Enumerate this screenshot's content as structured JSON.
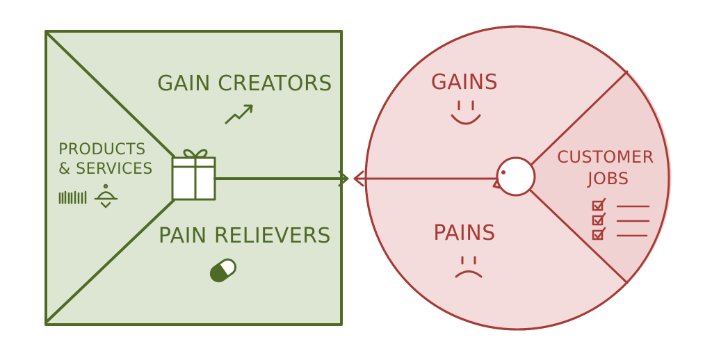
{
  "value_map": {
    "gain_creators": "GAIN CREATORS",
    "products_services": [
      "PRODUCTS",
      "& SERVICES"
    ],
    "pain_relievers": "PAIN RELIEVERS"
  },
  "customer_profile": {
    "gains": "GAINS",
    "customer_jobs": [
      "CUSTOMER",
      "JOBS"
    ],
    "pains": "PAINS"
  },
  "colors": {
    "green_stroke": "#4f6a25",
    "green_fill": "#dde6d3",
    "red_stroke": "#a83a34",
    "red_fill": "#f3dcdb",
    "red_fill_jobs": "#efd2d1"
  },
  "icons": [
    "chart-trend-up-icon",
    "gift-box-icon",
    "barcode-icon",
    "cloche-service-icon",
    "pill-icon",
    "smiley-face-icon",
    "customer-head-icon",
    "checklist-icon",
    "frown-face-icon"
  ]
}
